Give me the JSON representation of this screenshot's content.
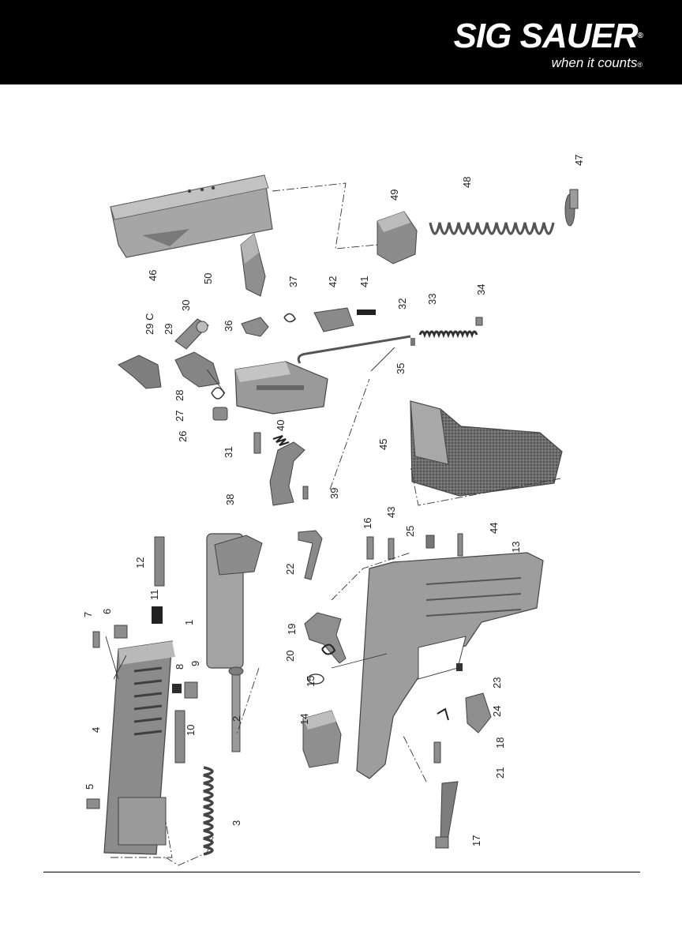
{
  "brand": {
    "name": "SIG SAUER",
    "tagline": "when it counts",
    "colors": {
      "header": "#000000",
      "text": "#ffffff",
      "part": "#9a9a9a",
      "part_dark": "#5e5e5e"
    }
  },
  "parts": [
    {
      "id": "1",
      "label": "1"
    },
    {
      "id": "2",
      "label": "2"
    },
    {
      "id": "3",
      "label": "3"
    },
    {
      "id": "4",
      "label": "4"
    },
    {
      "id": "5",
      "label": "5"
    },
    {
      "id": "6",
      "label": "6"
    },
    {
      "id": "7",
      "label": "7"
    },
    {
      "id": "8",
      "label": "8"
    },
    {
      "id": "9",
      "label": "9"
    },
    {
      "id": "10",
      "label": "10"
    },
    {
      "id": "11",
      "label": "11"
    },
    {
      "id": "12",
      "label": "12"
    },
    {
      "id": "13",
      "label": "13"
    },
    {
      "id": "14",
      "label": "14"
    },
    {
      "id": "15",
      "label": "15"
    },
    {
      "id": "16",
      "label": "16"
    },
    {
      "id": "17",
      "label": "17"
    },
    {
      "id": "18",
      "label": "18"
    },
    {
      "id": "19",
      "label": "19"
    },
    {
      "id": "20",
      "label": "20"
    },
    {
      "id": "21",
      "label": "21"
    },
    {
      "id": "22",
      "label": "22"
    },
    {
      "id": "23",
      "label": "23"
    },
    {
      "id": "24",
      "label": "24"
    },
    {
      "id": "25",
      "label": "25"
    },
    {
      "id": "26",
      "label": "26"
    },
    {
      "id": "27",
      "label": "27"
    },
    {
      "id": "28",
      "label": "28"
    },
    {
      "id": "29",
      "label": "29"
    },
    {
      "id": "29C",
      "label": "29 C"
    },
    {
      "id": "30",
      "label": "30"
    },
    {
      "id": "31",
      "label": "31"
    },
    {
      "id": "32",
      "label": "32"
    },
    {
      "id": "33",
      "label": "33"
    },
    {
      "id": "34",
      "label": "34"
    },
    {
      "id": "35",
      "label": "35"
    },
    {
      "id": "36",
      "label": "36"
    },
    {
      "id": "37",
      "label": "37"
    },
    {
      "id": "38",
      "label": "38"
    },
    {
      "id": "39",
      "label": "39"
    },
    {
      "id": "40",
      "label": "40"
    },
    {
      "id": "41",
      "label": "41"
    },
    {
      "id": "42",
      "label": "42"
    },
    {
      "id": "43",
      "label": "43"
    },
    {
      "id": "44",
      "label": "44"
    },
    {
      "id": "45",
      "label": "45"
    },
    {
      "id": "46",
      "label": "46"
    },
    {
      "id": "47",
      "label": "47"
    },
    {
      "id": "48",
      "label": "48"
    },
    {
      "id": "49",
      "label": "49"
    },
    {
      "id": "50",
      "label": "50"
    }
  ]
}
